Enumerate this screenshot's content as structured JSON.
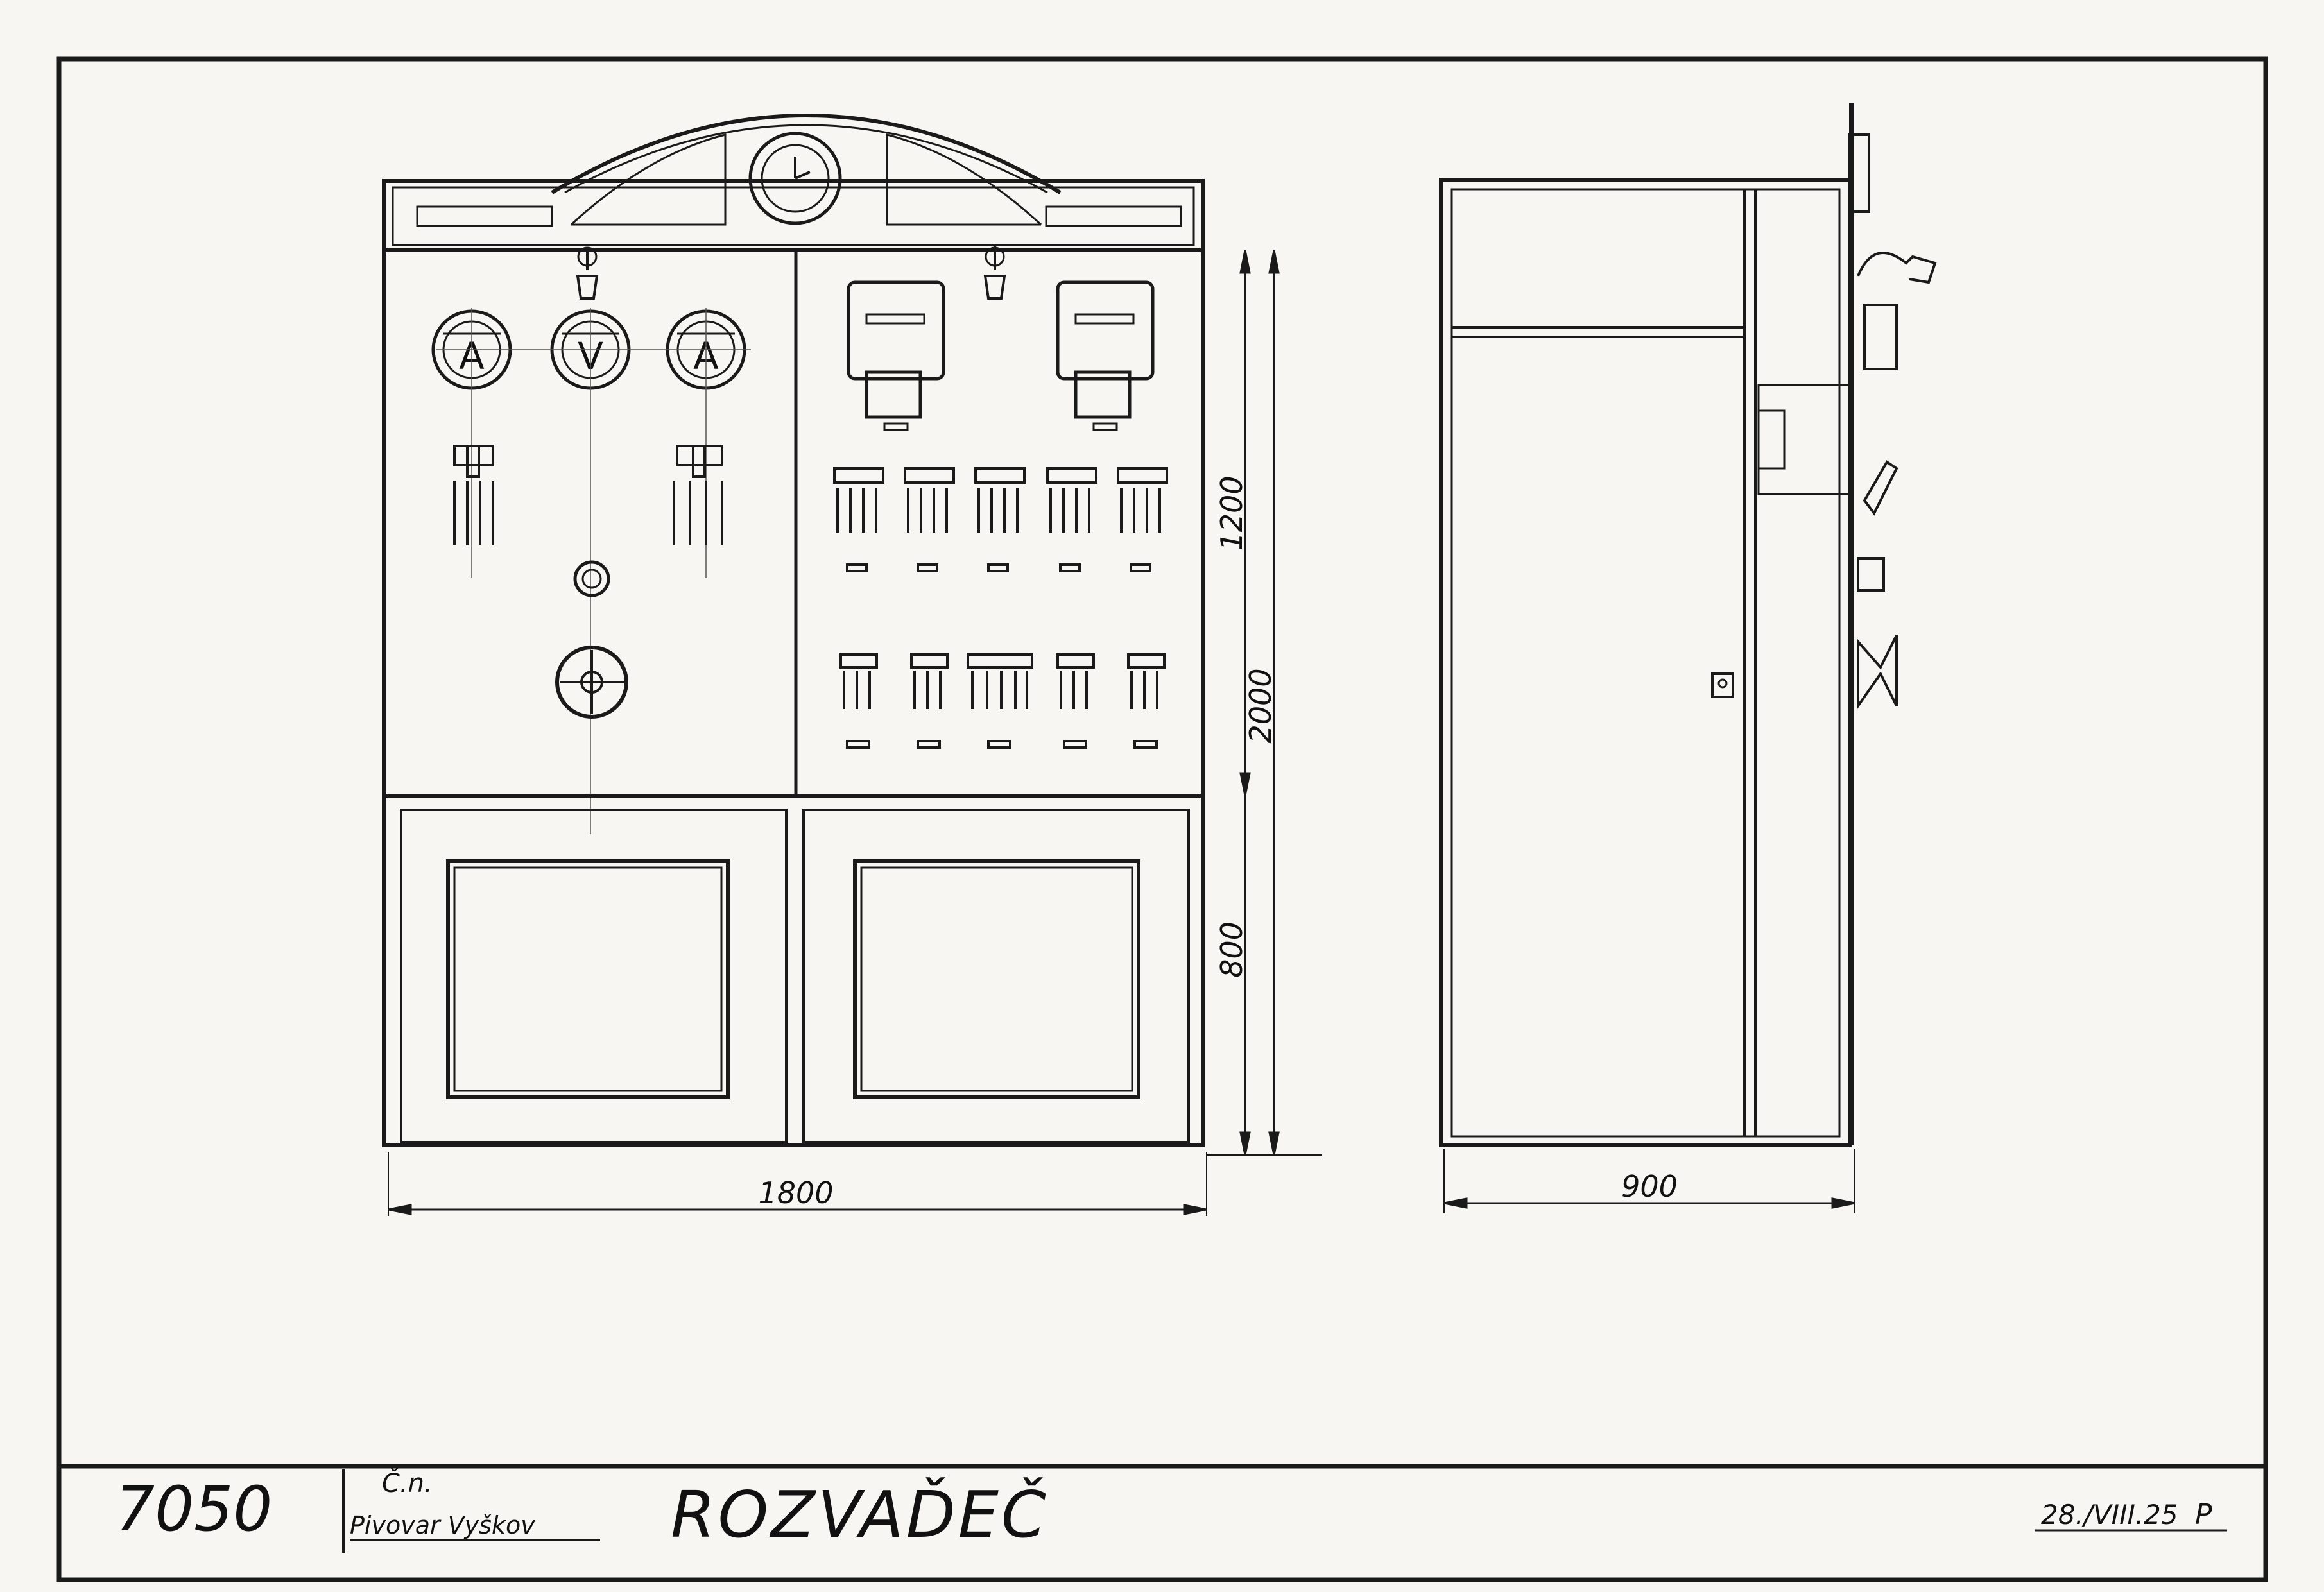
{
  "drawing": {
    "number": "7050",
    "client_line1": "Č.n.",
    "client_line2": "Pivovar Vyškov",
    "title": "ROZVAĎEČ",
    "date": "28./VIII.25",
    "signature": "P"
  },
  "front_view": {
    "meters": [
      "A",
      "V",
      "A"
    ],
    "dimensions": {
      "width": "1800",
      "height_total": "2000",
      "height_upper": "1200",
      "height_lower": "800"
    }
  },
  "side_view": {
    "dimensions": {
      "depth": "900"
    }
  },
  "colors": {
    "ink": "#1a1a1a",
    "paper": "#f7f6f2"
  }
}
